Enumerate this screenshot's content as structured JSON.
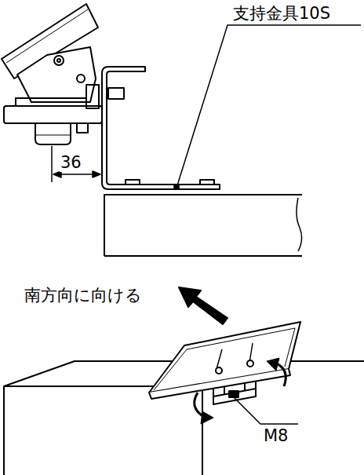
{
  "diagram": {
    "labels": [
      "支持金具10S",
      "36",
      "南方向に向ける",
      "M8"
    ]
  }
}
